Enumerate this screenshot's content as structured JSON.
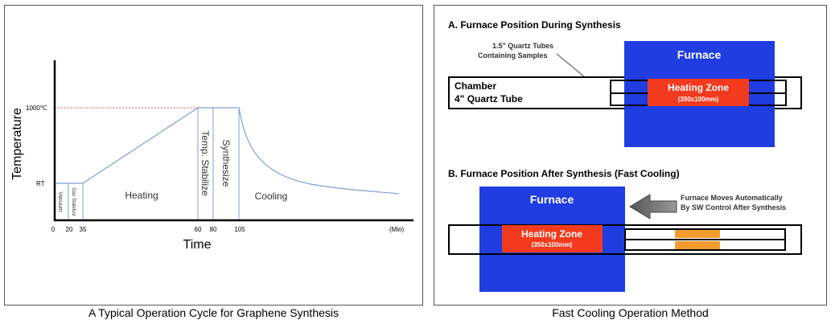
{
  "left": {
    "caption": "A Typical Operation Cycle for Graphene Synthesis",
    "y_axis_label": "Temperature",
    "x_axis_label": "Time",
    "y_ticks": {
      "top": "1000℃",
      "bottom": "RT"
    },
    "x_ticks": [
      "0",
      "20",
      "35",
      "60",
      "80",
      "105"
    ],
    "x_unit": "(Min)",
    "phases": {
      "vacuum": "Vacuum",
      "gas": "Gas Stabilize",
      "heating": "Heating",
      "temp": "Temp. Stabilize",
      "synth": "Synthesize",
      "cooling": "Cooling"
    },
    "colors": {
      "curve": "#7f9fd6",
      "dashed": "#e05050",
      "axis": "#000000"
    }
  },
  "right": {
    "caption": "Fast Cooling Operation Method",
    "section_a": {
      "title": "A. Furnace Position During Synthesis",
      "callout": [
        "1.5\" Quartz Tubes",
        "Containing Samples"
      ],
      "chamber_label": [
        "Chamber",
        "4\" Quartz Tube"
      ],
      "furnace_label": "Furnace",
      "heating_zone": "Heating Zone",
      "heating_zone_size": "(350x100mm)"
    },
    "section_b": {
      "title": "B. Furnace Position After Synthesis (Fast Cooling)",
      "furnace_label": "Furnace",
      "heating_zone": "Heating Zone",
      "heating_zone_size": "(350x100mm)",
      "move_note": [
        "Furnace Moves Automatically",
        "By SW Control After Synthesis"
      ]
    },
    "colors": {
      "furnace": "#1f3de0",
      "heating_zone": "#f23a1e",
      "sample": "#f39c2e",
      "arrow": "#6e6e6e"
    }
  }
}
